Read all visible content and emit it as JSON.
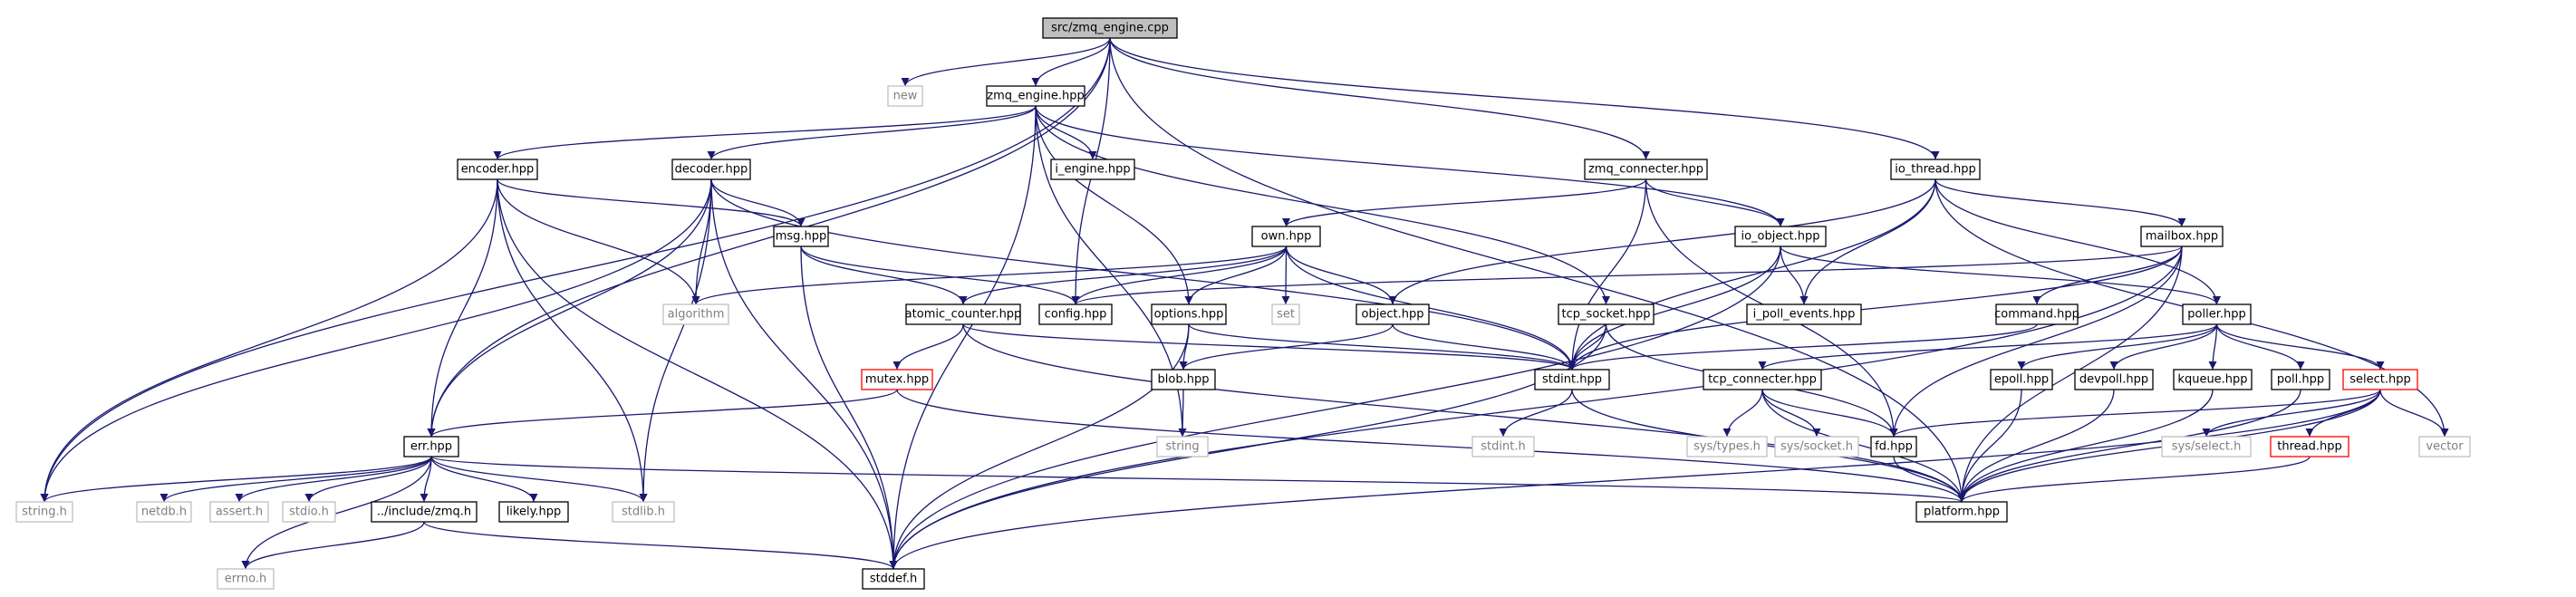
{
  "graph": {
    "kind": "include dependency graph",
    "colors": {
      "edge": "#191970",
      "root_fill": "#bfbfbf",
      "normal_border": "#000000",
      "system_border": "#bfbfbf",
      "system_text": "#7f7f7f",
      "truncated_border": "#ff0000"
    },
    "nodes": [
      {
        "id": "root",
        "label": "src/zmq_engine.cpp",
        "kind": "root"
      },
      {
        "id": "new",
        "label": "new",
        "kind": "system"
      },
      {
        "id": "zmq_engine_hpp",
        "label": "zmq_engine.hpp",
        "kind": "normal"
      },
      {
        "id": "config_hpp",
        "label": "config.hpp",
        "kind": "normal"
      },
      {
        "id": "zmq_connecter_hpp",
        "label": "zmq_connecter.hpp",
        "kind": "normal"
      },
      {
        "id": "io_thread_hpp",
        "label": "io_thread.hpp",
        "kind": "normal"
      },
      {
        "id": "i_engine_hpp",
        "label": "i_engine.hpp",
        "kind": "normal"
      },
      {
        "id": "encoder_hpp",
        "label": "encoder.hpp",
        "kind": "normal"
      },
      {
        "id": "decoder_hpp",
        "label": "decoder.hpp",
        "kind": "normal"
      },
      {
        "id": "own_hpp",
        "label": "own.hpp",
        "kind": "normal"
      },
      {
        "id": "io_object_hpp",
        "label": "io_object.hpp",
        "kind": "normal"
      },
      {
        "id": "mailbox_hpp",
        "label": "mailbox.hpp",
        "kind": "normal"
      },
      {
        "id": "msg_hpp",
        "label": "msg.hpp",
        "kind": "normal"
      },
      {
        "id": "algorithm",
        "label": "algorithm",
        "kind": "system"
      },
      {
        "id": "atomic_counter_hpp",
        "label": "atomic_counter.hpp",
        "kind": "normal"
      },
      {
        "id": "options_hpp",
        "label": "options.hpp",
        "kind": "normal"
      },
      {
        "id": "set",
        "label": "set",
        "kind": "system"
      },
      {
        "id": "object_hpp",
        "label": "object.hpp",
        "kind": "normal"
      },
      {
        "id": "tcp_socket_hpp",
        "label": "tcp_socket.hpp",
        "kind": "normal"
      },
      {
        "id": "i_poll_events_hpp",
        "label": "i_poll_events.hpp",
        "kind": "normal"
      },
      {
        "id": "command_hpp",
        "label": "command.hpp",
        "kind": "normal"
      },
      {
        "id": "poller_hpp",
        "label": "poller.hpp",
        "kind": "normal"
      },
      {
        "id": "mutex_hpp",
        "label": "mutex.hpp",
        "kind": "truncated"
      },
      {
        "id": "blob_hpp",
        "label": "blob.hpp",
        "kind": "normal"
      },
      {
        "id": "stdint_hpp",
        "label": "stdint.hpp",
        "kind": "normal"
      },
      {
        "id": "tcp_connecter_hpp",
        "label": "tcp_connecter.hpp",
        "kind": "normal"
      },
      {
        "id": "epoll_hpp",
        "label": "epoll.hpp",
        "kind": "normal"
      },
      {
        "id": "devpoll_hpp",
        "label": "devpoll.hpp",
        "kind": "normal"
      },
      {
        "id": "kqueue_hpp",
        "label": "kqueue.hpp",
        "kind": "normal"
      },
      {
        "id": "poll_hpp",
        "label": "poll.hpp",
        "kind": "normal"
      },
      {
        "id": "select_hpp",
        "label": "select.hpp",
        "kind": "truncated"
      },
      {
        "id": "err_hpp",
        "label": "err.hpp",
        "kind": "normal"
      },
      {
        "id": "string",
        "label": "string",
        "kind": "system"
      },
      {
        "id": "stdint_h",
        "label": "stdint.h",
        "kind": "system"
      },
      {
        "id": "sys_types_h",
        "label": "sys/types.h",
        "kind": "system"
      },
      {
        "id": "sys_socket_h",
        "label": "sys/socket.h",
        "kind": "system"
      },
      {
        "id": "fd_hpp",
        "label": "fd.hpp",
        "kind": "normal"
      },
      {
        "id": "sys_select_h",
        "label": "sys/select.h",
        "kind": "system"
      },
      {
        "id": "thread_hpp",
        "label": "thread.hpp",
        "kind": "truncated"
      },
      {
        "id": "vector",
        "label": "vector",
        "kind": "system"
      },
      {
        "id": "string_h",
        "label": "string.h",
        "kind": "system"
      },
      {
        "id": "netdb_h",
        "label": "netdb.h",
        "kind": "system"
      },
      {
        "id": "assert_h",
        "label": "assert.h",
        "kind": "system"
      },
      {
        "id": "stdio_h",
        "label": "stdio.h",
        "kind": "system"
      },
      {
        "id": "include_zmq_h",
        "label": "../include/zmq.h",
        "kind": "normal"
      },
      {
        "id": "likely_hpp",
        "label": "likely.hpp",
        "kind": "normal"
      },
      {
        "id": "stdlib_h",
        "label": "stdlib.h",
        "kind": "system"
      },
      {
        "id": "platform_hpp",
        "label": "platform.hpp",
        "kind": "normal"
      },
      {
        "id": "errno_h",
        "label": "errno.h",
        "kind": "system"
      },
      {
        "id": "stddef_h",
        "label": "stddef.h",
        "kind": "normal"
      }
    ],
    "edges": [
      [
        "root",
        "new"
      ],
      [
        "root",
        "zmq_engine_hpp"
      ],
      [
        "root",
        "config_hpp"
      ],
      [
        "root",
        "zmq_connecter_hpp"
      ],
      [
        "root",
        "io_thread_hpp"
      ],
      [
        "root",
        "string_h"
      ],
      [
        "root",
        "err_hpp"
      ],
      [
        "root",
        "platform_hpp"
      ],
      [
        "zmq_engine_hpp",
        "i_engine_hpp"
      ],
      [
        "zmq_engine_hpp",
        "encoder_hpp"
      ],
      [
        "zmq_engine_hpp",
        "decoder_hpp"
      ],
      [
        "zmq_engine_hpp",
        "io_object_hpp"
      ],
      [
        "zmq_engine_hpp",
        "tcp_socket_hpp"
      ],
      [
        "zmq_engine_hpp",
        "options_hpp"
      ],
      [
        "zmq_engine_hpp",
        "string"
      ],
      [
        "zmq_engine_hpp",
        "stddef_h"
      ],
      [
        "encoder_hpp",
        "msg_hpp"
      ],
      [
        "encoder_hpp",
        "algorithm"
      ],
      [
        "encoder_hpp",
        "err_hpp"
      ],
      [
        "encoder_hpp",
        "string_h"
      ],
      [
        "encoder_hpp",
        "stdlib_h"
      ],
      [
        "encoder_hpp",
        "stddef_h"
      ],
      [
        "decoder_hpp",
        "msg_hpp"
      ],
      [
        "decoder_hpp",
        "algorithm"
      ],
      [
        "decoder_hpp",
        "err_hpp"
      ],
      [
        "decoder_hpp",
        "stdint_hpp"
      ],
      [
        "decoder_hpp",
        "string_h"
      ],
      [
        "decoder_hpp",
        "stdlib_h"
      ],
      [
        "decoder_hpp",
        "stddef_h"
      ],
      [
        "msg_hpp",
        "config_hpp"
      ],
      [
        "msg_hpp",
        "atomic_counter_hpp"
      ],
      [
        "msg_hpp",
        "stddef_h"
      ],
      [
        "zmq_connecter_hpp",
        "own_hpp"
      ],
      [
        "zmq_connecter_hpp",
        "io_object_hpp"
      ],
      [
        "zmq_connecter_hpp",
        "stdint_hpp"
      ],
      [
        "zmq_connecter_hpp",
        "fd_hpp"
      ],
      [
        "io_thread_hpp",
        "object_hpp"
      ],
      [
        "io_thread_hpp",
        "i_poll_events_hpp"
      ],
      [
        "io_thread_hpp",
        "mailbox_hpp"
      ],
      [
        "io_thread_hpp",
        "poller_hpp"
      ],
      [
        "io_thread_hpp",
        "stdint_hpp"
      ],
      [
        "io_thread_hpp",
        "vector"
      ],
      [
        "own_hpp",
        "algorithm"
      ],
      [
        "own_hpp",
        "config_hpp"
      ],
      [
        "own_hpp",
        "atomic_counter_hpp"
      ],
      [
        "own_hpp",
        "options_hpp"
      ],
      [
        "own_hpp",
        "set"
      ],
      [
        "own_hpp",
        "object_hpp"
      ],
      [
        "own_hpp",
        "stdint_hpp"
      ],
      [
        "io_object_hpp",
        "i_poll_events_hpp"
      ],
      [
        "io_object_hpp",
        "poller_hpp"
      ],
      [
        "io_object_hpp",
        "stdint_hpp"
      ],
      [
        "io_object_hpp",
        "stddef_h"
      ],
      [
        "mailbox_hpp",
        "config_hpp"
      ],
      [
        "mailbox_hpp",
        "command_hpp"
      ],
      [
        "mailbox_hpp",
        "stdint_hpp"
      ],
      [
        "mailbox_hpp",
        "fd_hpp"
      ],
      [
        "mailbox_hpp",
        "platform_hpp"
      ],
      [
        "mailbox_hpp",
        "stddef_h"
      ],
      [
        "atomic_counter_hpp",
        "mutex_hpp"
      ],
      [
        "atomic_counter_hpp",
        "stdint_hpp"
      ],
      [
        "atomic_counter_hpp",
        "platform_hpp"
      ],
      [
        "options_hpp",
        "blob_hpp"
      ],
      [
        "options_hpp",
        "stdint_hpp"
      ],
      [
        "options_hpp",
        "stddef_h"
      ],
      [
        "object_hpp",
        "blob_hpp"
      ],
      [
        "object_hpp",
        "stdint_hpp"
      ],
      [
        "tcp_socket_hpp",
        "stdint_hpp"
      ],
      [
        "tcp_socket_hpp",
        "fd_hpp"
      ],
      [
        "tcp_socket_hpp",
        "stddef_h"
      ],
      [
        "command_hpp",
        "stdint_hpp"
      ],
      [
        "poller_hpp",
        "tcp_connecter_hpp"
      ],
      [
        "poller_hpp",
        "epoll_hpp"
      ],
      [
        "poller_hpp",
        "devpoll_hpp"
      ],
      [
        "poller_hpp",
        "kqueue_hpp"
      ],
      [
        "poller_hpp",
        "poll_hpp"
      ],
      [
        "poller_hpp",
        "select_hpp"
      ],
      [
        "mutex_hpp",
        "err_hpp"
      ],
      [
        "mutex_hpp",
        "platform_hpp"
      ],
      [
        "blob_hpp",
        "string"
      ],
      [
        "stdint_hpp",
        "stdint_h"
      ],
      [
        "stdint_hpp",
        "platform_hpp"
      ],
      [
        "tcp_connecter_hpp",
        "sys_types_h"
      ],
      [
        "tcp_connecter_hpp",
        "sys_socket_h"
      ],
      [
        "tcp_connecter_hpp",
        "fd_hpp"
      ],
      [
        "tcp_connecter_hpp",
        "platform_hpp"
      ],
      [
        "epoll_hpp",
        "platform_hpp"
      ],
      [
        "devpoll_hpp",
        "platform_hpp"
      ],
      [
        "kqueue_hpp",
        "platform_hpp"
      ],
      [
        "poll_hpp",
        "platform_hpp"
      ],
      [
        "select_hpp",
        "fd_hpp"
      ],
      [
        "select_hpp",
        "sys_select_h"
      ],
      [
        "select_hpp",
        "thread_hpp"
      ],
      [
        "select_hpp",
        "vector"
      ],
      [
        "select_hpp",
        "platform_hpp"
      ],
      [
        "select_hpp",
        "stddef_h"
      ],
      [
        "thread_hpp",
        "platform_hpp"
      ],
      [
        "fd_hpp",
        "platform_hpp"
      ],
      [
        "err_hpp",
        "string_h"
      ],
      [
        "err_hpp",
        "netdb_h"
      ],
      [
        "err_hpp",
        "assert_h"
      ],
      [
        "err_hpp",
        "stdio_h"
      ],
      [
        "err_hpp",
        "include_zmq_h"
      ],
      [
        "err_hpp",
        "likely_hpp"
      ],
      [
        "err_hpp",
        "stdlib_h"
      ],
      [
        "err_hpp",
        "errno_h"
      ],
      [
        "err_hpp",
        "platform_hpp"
      ],
      [
        "include_zmq_h",
        "errno_h"
      ],
      [
        "include_zmq_h",
        "stddef_h"
      ]
    ]
  }
}
